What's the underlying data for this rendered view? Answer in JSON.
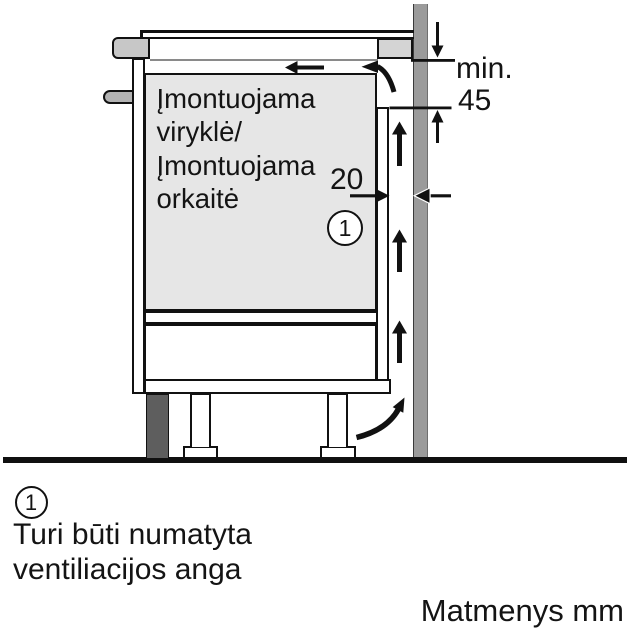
{
  "diagram": {
    "appliance_label": {
      "lines": [
        "Įmontuojama",
        "viryklė/",
        "Įmontuojama",
        "orkaitė"
      ]
    },
    "dimensions": {
      "min_label": "min.",
      "min_value": "45",
      "rear_gap_value": "20"
    },
    "callout": {
      "number": "1"
    }
  },
  "legend": {
    "callout_number": "1",
    "text_line1": "Turi būti numatyta",
    "text_line2": "ventiliacijos anga"
  },
  "footer": {
    "units_label": "Matmenys mm"
  },
  "colors": {
    "cavity_fill": "#e6e6e6",
    "wall_fill": "#9b9b9b",
    "plinth_fill": "#5e5e5e",
    "hob_trim_fill": "#c7c7c7",
    "handle_fill": "#b3b3b3",
    "worktop_end_fill": "#d4d4d4",
    "line_color": "#111111"
  }
}
